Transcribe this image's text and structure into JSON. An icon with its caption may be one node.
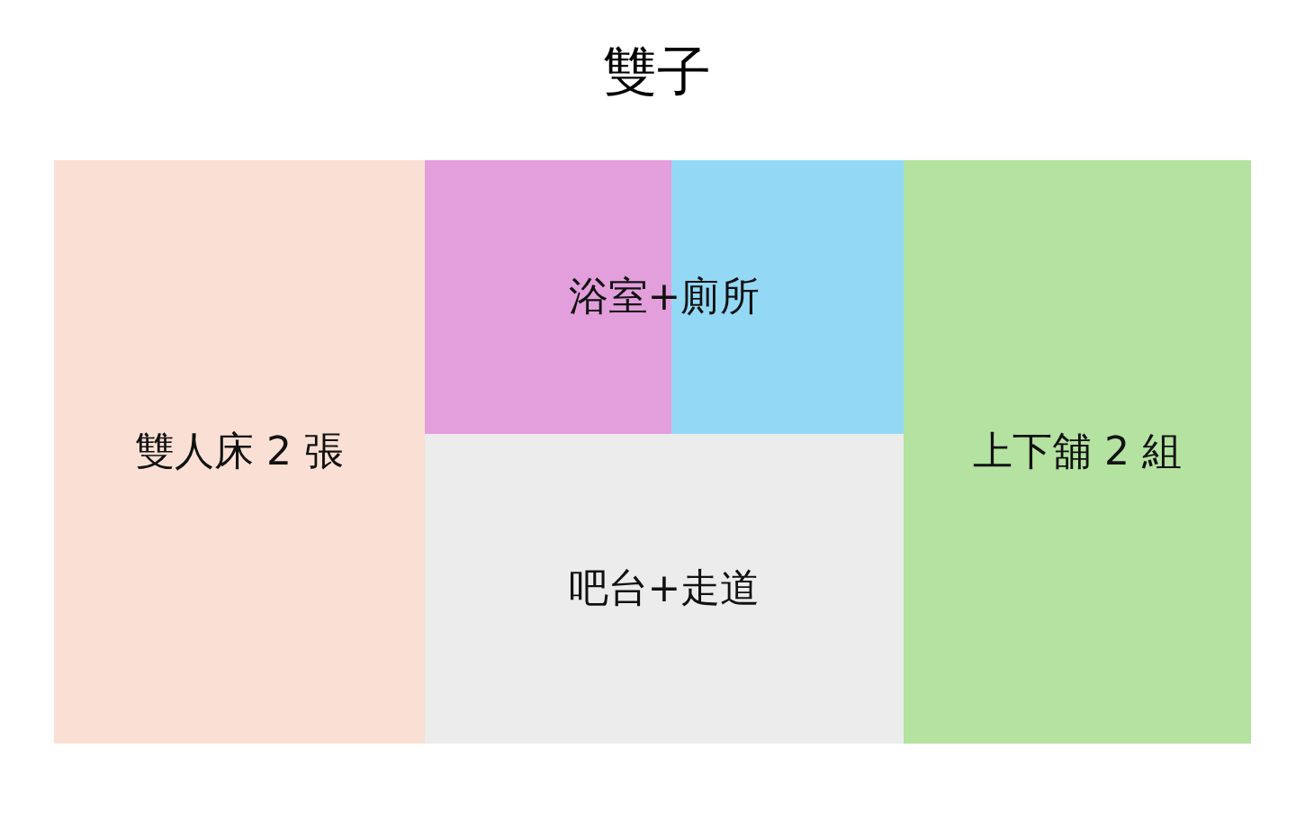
{
  "diagram": {
    "title": "雙子",
    "nodes": [
      {
        "text": [
          "雙人床 2 張"
        ]
      },
      {
        "text": [
          "浴室+廁所"
        ]
      },
      {
        "text": [
          "吧台+走道"
        ]
      },
      {
        "text": [
          "上下舖 2 組"
        ]
      }
    ]
  }
}
